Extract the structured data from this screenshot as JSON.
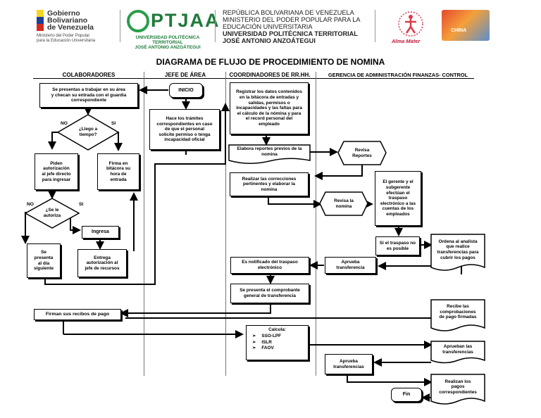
{
  "header": {
    "gov_logo_text": "Gobierno\nBolivariano\nde Venezuela",
    "gov_logo_sub": "Ministerio del Poder Popular\npara la Educación Universitaria",
    "ptj_logo_text": "PTJAA",
    "ptj_logo_sub": "UNIVERSIDAD POLITÉCNICA TERRITORIAL\nJOSÉ ANTONIO ANZOÁTEGUI",
    "republica_lines": [
      "REPÚBLICA  BOLIVARIANA DE VENEZUELA",
      "MINISTERIO DEL PODER POPULAR PARA LA",
      "EDUCACIÓN UNIVERSITARIA"
    ],
    "university_lines": [
      "UNIVERSIDAD POLITÉCNICA TERRITORIAL",
      "JOSÉ ANTONIO ANZOÁTEGUI"
    ],
    "alma_mater": "Alma Mater",
    "china_logo": "CHINA"
  },
  "title": "DIAGRAMA DE FLUJO DE PROCEDIMIENTO DE NOMINA",
  "lanes": [
    "COLABORADORES",
    "JEFE DE ÁREA",
    "COORDINADORES DE RR.HH.",
    "GERENCIA DE ADMINISTRACIÓN FINANZAS- CONTROL"
  ],
  "nodes": {
    "se_presentas": "Se presentas a trabajar en su área\ny checan su entrada con el guardia\ncorrespondiente",
    "inicio": "INICIO",
    "registrar": "Registrar los datos contenidos\nen la bitácora de entradas y\nsalidas, permisos o\nincapacidades  y las faltas para\nel cálculo de la nómina y para\nel record personal del\nempleado",
    "llego_tiempo": "¿Llego a\ntiempo?",
    "hace_tramites": "Hace los trámites\ncorrespondientes  en caso\nde que el personal\nsolicite permiso o tenga\nincapacidad oficial",
    "piden_autorizacion": "Piden\nautorización\nal jefe directo\npara ingresar",
    "firma_bitacora": "Firma en\nbitácora su\nhora de\nentrada",
    "elabora_reportes": "Elabora reportes  previos de la\nnomina",
    "revisa_reportes": "Revisa\nReportes",
    "realizar_correcciones": "Realizar las correcciones\npertinentes  y elaborar la\nnomina",
    "gerente_subgerente": "El gerente y el\nsubgerente\nefectúan el\ntraspaso\nelectrónico  a las\ncuentas de los\nempleados",
    "revisa_nomina": "Revisa la\nnomina",
    "se_le_autoriza": "¿Se le\nautoriza",
    "ingresa": "Ingresa",
    "se_presenta_dia": "Se\npresenta\nal día\nsiguiente",
    "entrega_autorizacion": "Entrega\nautorización al\njefe de recursos",
    "si_traspaso": "Si el traspaso no\nes posible",
    "ordena_analista": "Ordena al analista\nque realice\ntransferencias para\ncubrir los pagos",
    "es_notificado": "Es notificado del traspaso\nelectrónico",
    "aprueba_transferencia_1": "Aprueba\ntransferencia",
    "se_presenta_comprobante": "Se presenta el comprobante\ngeneral de transferencia",
    "firman_recibos": "Firman sus recibos de pago",
    "recibe_comprobaciones": "Recibe las\ncomprobaciones\nde pago firmadas",
    "aprueban_transferencias": "Aprueban  las\ntransferencias",
    "aprueba_transferencia_2": "Aprueba\ntransferencias",
    "realizan_pagos": "Realizan los\npagos\ncorrespondientes",
    "fin": "Fin"
  },
  "calcula": {
    "title": "Calcula:",
    "items": [
      "SSO-LPF",
      "ISLR",
      "FAOV"
    ],
    "bullet": "➢"
  },
  "labels": {
    "no_1": "NO",
    "si_1": "SI",
    "no_2": "NO",
    "si_2": "SI"
  }
}
